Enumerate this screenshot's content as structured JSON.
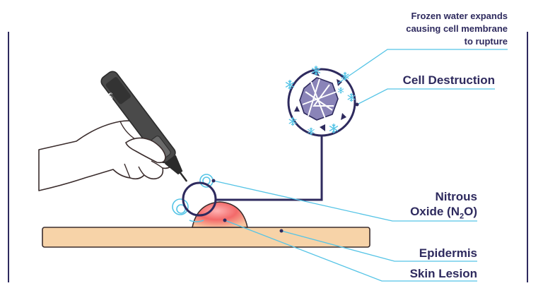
{
  "brand": {
    "pen_logo": "fp"
  },
  "labels": {
    "note_line1": "Frozen water expands",
    "note_line2": "causing cell membrane",
    "note_line3": "to rupture",
    "cell_destruction": "Cell Destruction",
    "nitrous_line1": "Nitrous",
    "nitrous_prefix": "Oxide (N",
    "nitrous_sub": "2",
    "nitrous_suffix": "O)",
    "epidermis": "Epidermis",
    "skin_lesion": "Skin Lesion"
  },
  "colors": {
    "navy": "#2e2a5e",
    "cyan": "#55c4e6",
    "skin": "#f7d3a8",
    "skin_outline": "#3a2c2c",
    "lesion": "#f36a6a",
    "pen": "#444444"
  },
  "icons": {
    "snowflake": "snowflake-icon",
    "pen": "cryo-pen-icon",
    "hand": "hand-icon"
  }
}
